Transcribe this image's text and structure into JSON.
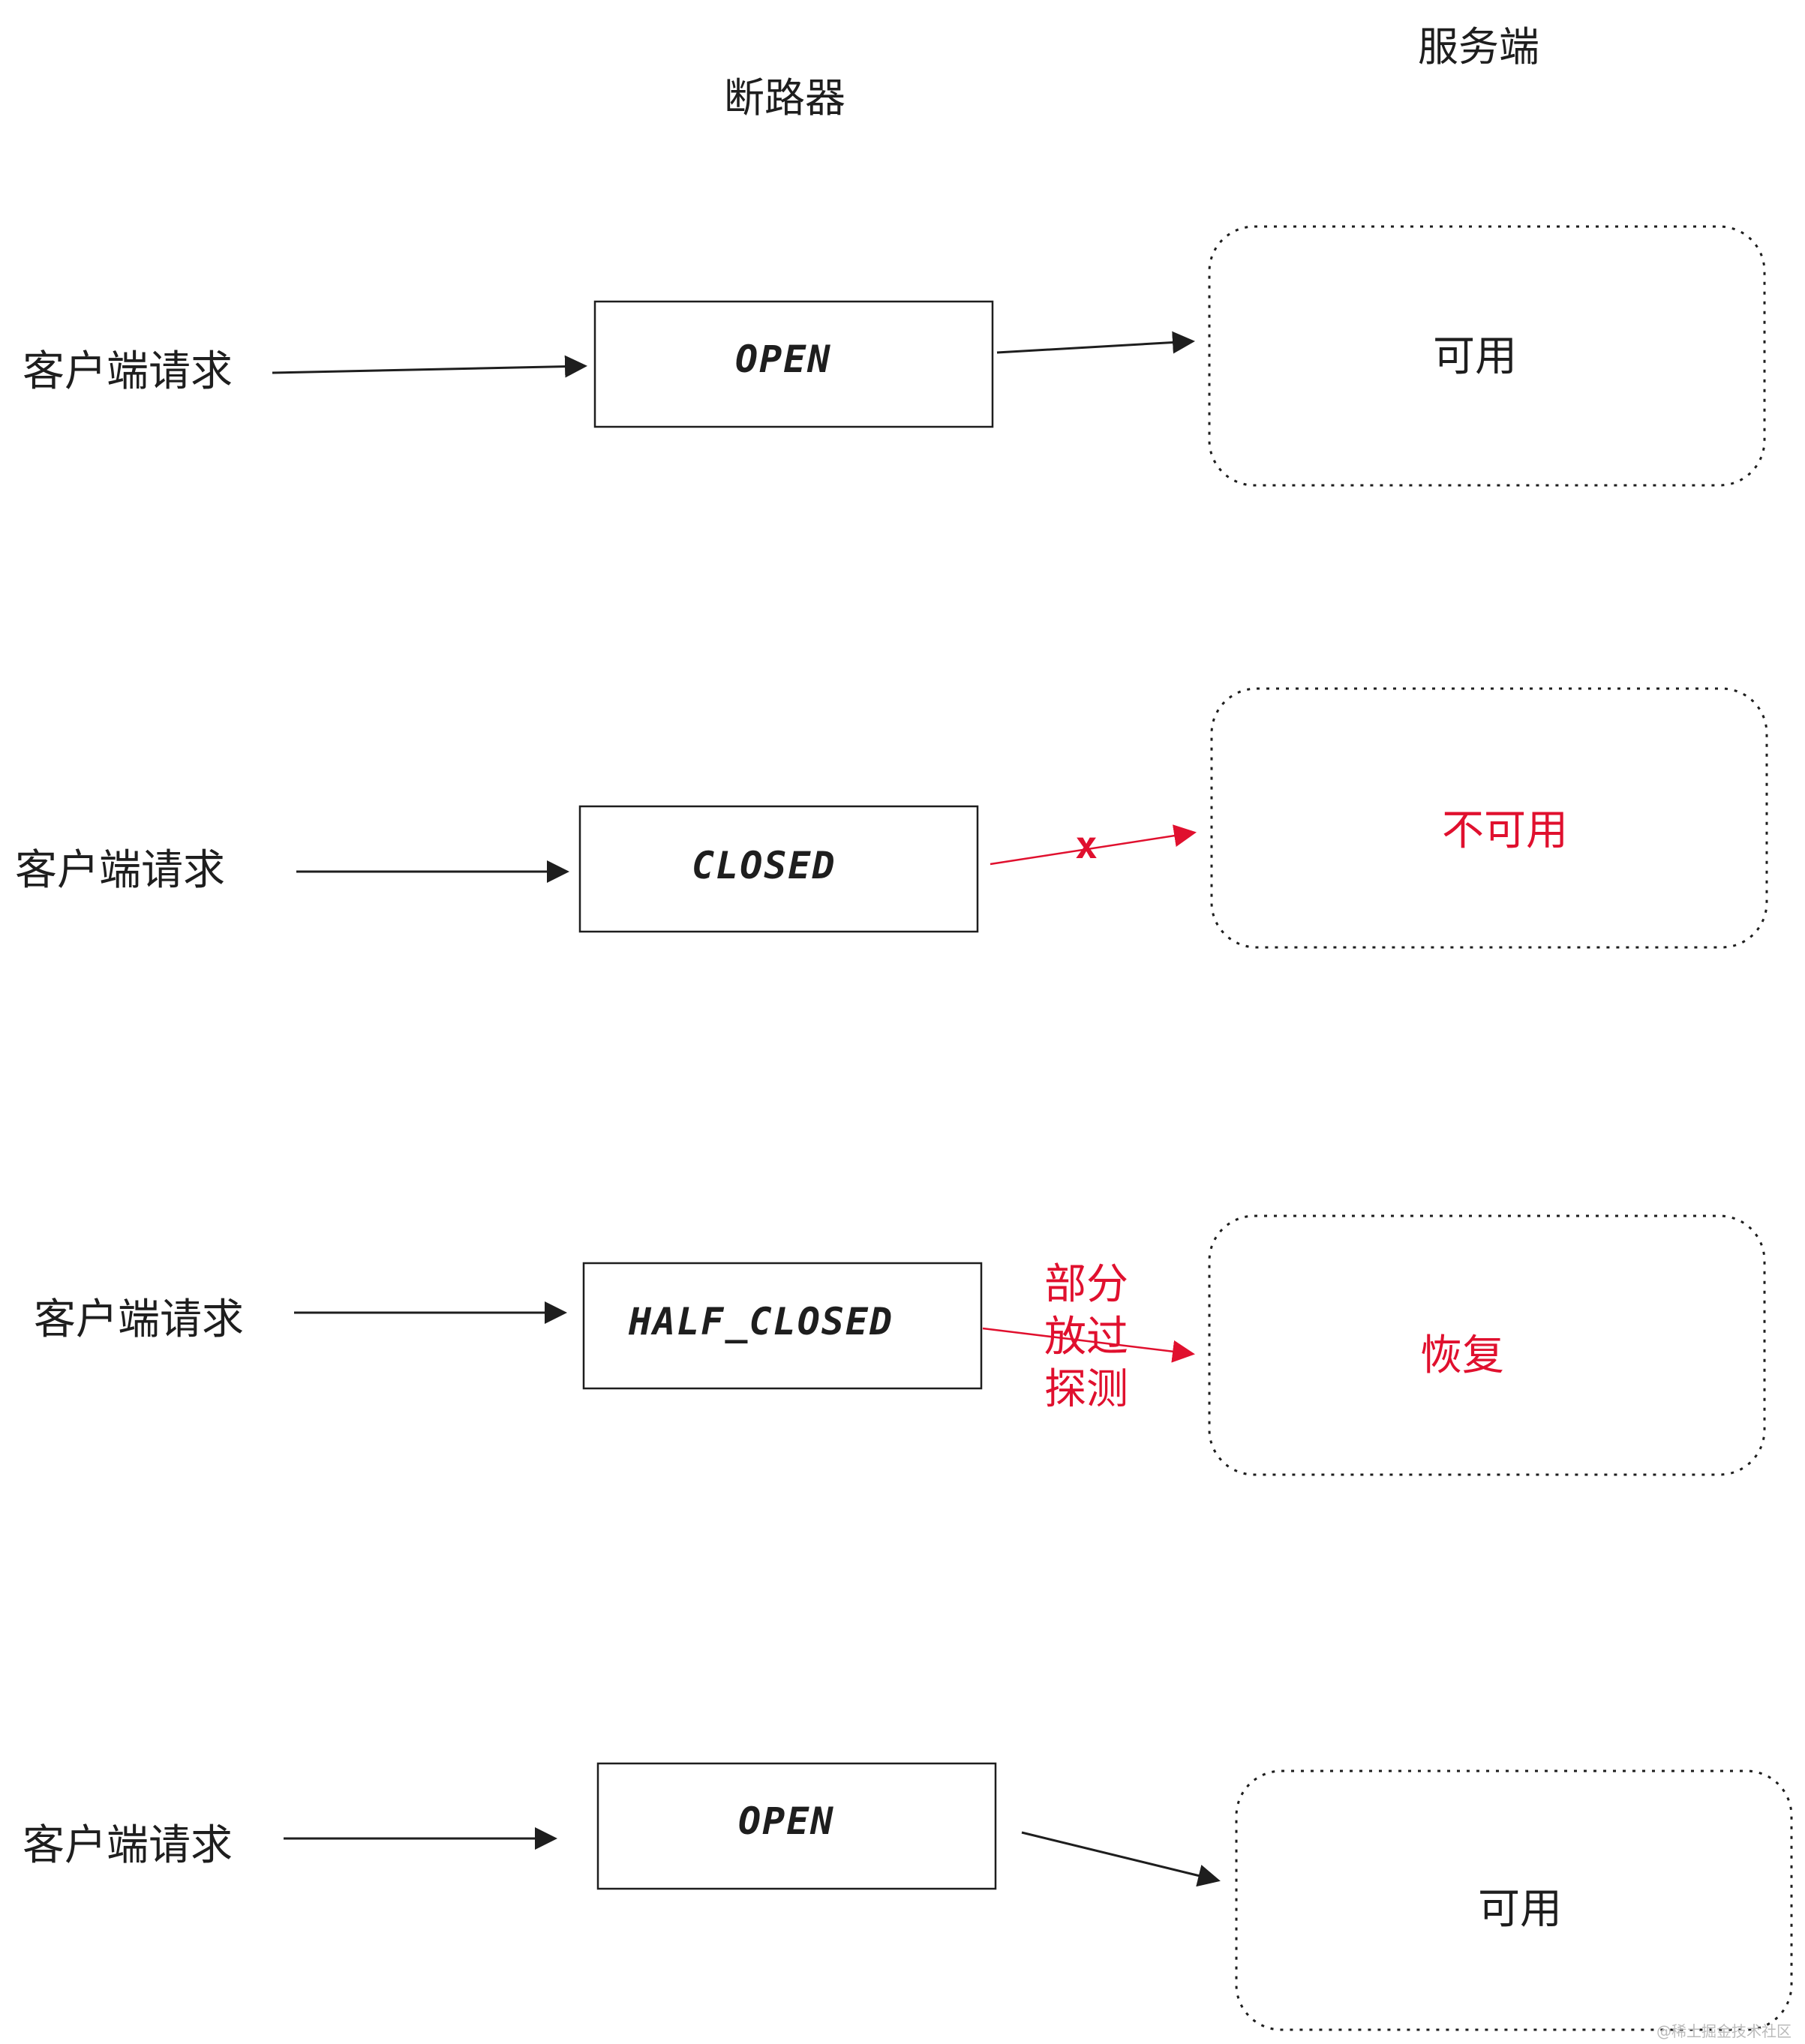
{
  "headers": {
    "circuit_breaker": "断路器",
    "server": "服务端"
  },
  "rows": [
    {
      "client_label": "客户端请求",
      "state": "OPEN",
      "server_status": "可用"
    },
    {
      "client_label": "客户端请求",
      "state": "CLOSED",
      "server_status": "不可用",
      "blocked_mark": "x"
    },
    {
      "client_label": "客户端请求",
      "state": "HALF_CLOSED",
      "server_status": "恢复",
      "probe_note": "部分\n放过\n探测"
    },
    {
      "client_label": "客户端请求",
      "state": "OPEN",
      "server_status": "可用"
    }
  ],
  "colors": {
    "stroke": "#1e1e1e",
    "accent_red": "#e0102e"
  },
  "watermark": "@稀土掘金技术社区"
}
